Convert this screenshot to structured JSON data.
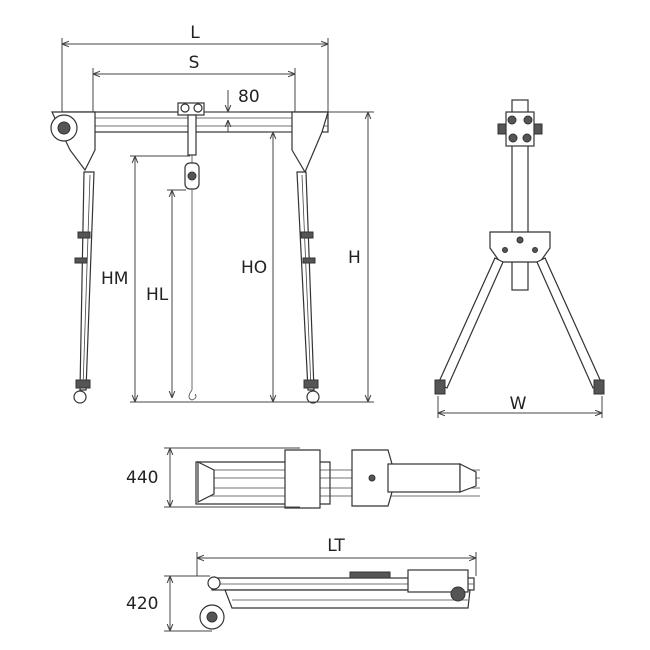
{
  "labels": {
    "L": "L",
    "S": "S",
    "d80": "80",
    "HM": "HM",
    "HL": "HL",
    "HO": "HO",
    "H": "H",
    "W": "W",
    "d440": "440",
    "LT": "LT",
    "d420": "420"
  }
}
